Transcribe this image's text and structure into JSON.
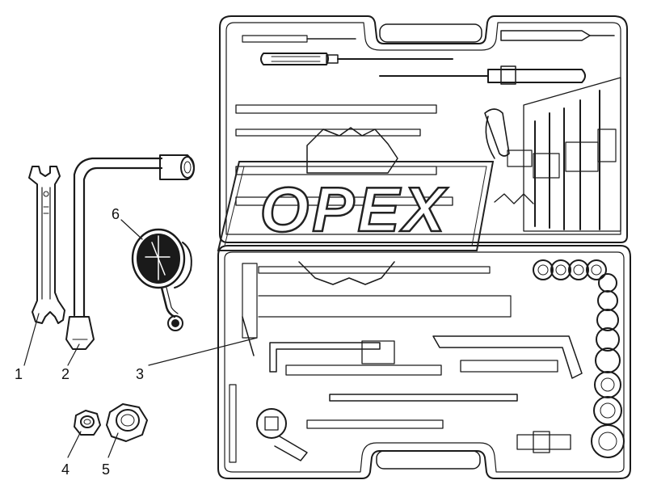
{
  "watermark": {
    "text": "OPEX"
  },
  "callouts": [
    {
      "id": "1",
      "text": "1"
    },
    {
      "id": "2",
      "text": "2"
    },
    {
      "id": "3",
      "text": "3"
    },
    {
      "id": "4",
      "text": "4"
    },
    {
      "id": "5",
      "text": "5"
    },
    {
      "id": "6",
      "text": "6"
    }
  ],
  "colors": {
    "ink": "#1a1a1a",
    "paper": "#ffffff",
    "watermark": "#222222"
  }
}
